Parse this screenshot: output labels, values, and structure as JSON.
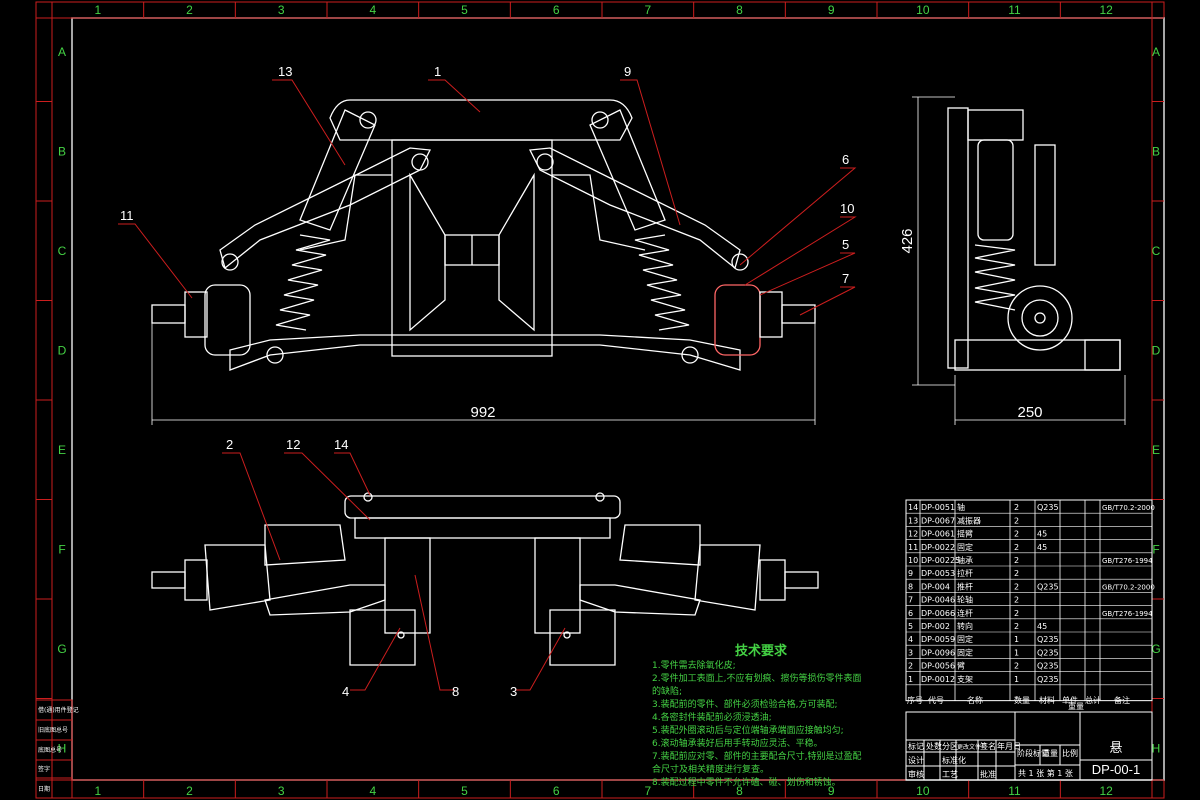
{
  "ruler": {
    "cols": [
      "1",
      "2",
      "3",
      "4",
      "5",
      "6",
      "7",
      "8",
      "9",
      "10",
      "11",
      "12"
    ],
    "rows": [
      "A",
      "B",
      "C",
      "D",
      "E",
      "F",
      "G",
      "H"
    ]
  },
  "callouts": {
    "c1": "1",
    "c2": "2",
    "c3": "3",
    "c4": "4",
    "c5": "5",
    "c6": "6",
    "c7": "7",
    "c8": "8",
    "c9": "9",
    "c10": "10",
    "c11": "11",
    "c12": "12",
    "c13": "13",
    "c14": "14"
  },
  "dimensions": {
    "overall_width": "992",
    "side_height": "426",
    "side_width": "250"
  },
  "parts_table": {
    "rows": [
      {
        "no": "14",
        "code": "DP-0051",
        "name": "轴",
        "qty": "2",
        "mat": "Q235",
        "std": "GB/T70.2-2000"
      },
      {
        "no": "13",
        "code": "DP-0067",
        "name": "减振器",
        "qty": "2",
        "mat": "",
        "std": ""
      },
      {
        "no": "12",
        "code": "DP-0061",
        "name": "摇臂",
        "qty": "2",
        "mat": "45",
        "std": ""
      },
      {
        "no": "11",
        "code": "DP-0022",
        "name": "固定",
        "qty": "2",
        "mat": "45",
        "std": ""
      },
      {
        "no": "10",
        "code": "DP-00225",
        "name": "轴承",
        "qty": "2",
        "mat": "",
        "std": "GB/T276-1994"
      },
      {
        "no": "9",
        "code": "DP-0053",
        "name": "拉杆",
        "qty": "2",
        "mat": "",
        "std": ""
      },
      {
        "no": "8",
        "code": "DP-004",
        "name": "推杆",
        "qty": "2",
        "mat": "Q235",
        "std": "GB/T70.2-2000"
      },
      {
        "no": "7",
        "code": "DP-0046",
        "name": "轮轴",
        "qty": "2",
        "mat": "",
        "std": ""
      },
      {
        "no": "6",
        "code": "DP-0066",
        "name": "连杆",
        "qty": "2",
        "mat": "",
        "std": "GB/T276-1994"
      },
      {
        "no": "5",
        "code": "DP-002",
        "name": "转向",
        "qty": "2",
        "mat": "45",
        "std": ""
      },
      {
        "no": "4",
        "code": "DP-0059",
        "name": "固定",
        "qty": "1",
        "mat": "Q235",
        "std": ""
      },
      {
        "no": "3",
        "code": "DP-0096",
        "name": "固定",
        "qty": "1",
        "mat": "Q235",
        "std": ""
      },
      {
        "no": "2",
        "code": "DP-0056",
        "name": "臂",
        "qty": "2",
        "mat": "Q235",
        "std": ""
      },
      {
        "no": "1",
        "code": "DP-0012",
        "name": "支架",
        "qty": "1",
        "mat": "Q235",
        "std": ""
      }
    ],
    "header": {
      "no": "序号",
      "code": "代号",
      "name": "名称",
      "qty": "数量",
      "mat": "材料",
      "unit": "单件",
      "total": "总计",
      "weight": "重量",
      "note": "备注"
    }
  },
  "notes": {
    "title": "技术要求",
    "lines": [
      "1.零件需去除氧化皮;",
      "2.零件加工表面上,不应有划痕、擦伤等损伤零件表面",
      "的缺陷;",
      "3.装配前的零件、部件必须检验合格,方可装配;",
      "4.各密封件装配前必须浸透油;",
      "5.装配外圈滚动后与定位端轴承端面应接触均匀;",
      "6.滚动轴承装好后用手转动应灵活、平稳。",
      "7.装配前应对零、部件的主要配合尺寸,特别是过盈配",
      "合尺寸及相关精度进行复查。",
      "8.装配过程中零件不允许磕、碰、划伤和锈蚀。"
    ]
  },
  "title_block": {
    "drawing_name": "悬",
    "drawing_no": "DP-00-1",
    "sheet_text": "共 1 张 第 1 张",
    "small_labels": [
      "标记",
      "处数",
      "分区",
      "更改文件号",
      "签名",
      "年月日",
      "设计",
      "标准化",
      "审核",
      "工艺",
      "批准",
      "阶段标记",
      "重量",
      "比例"
    ]
  },
  "left_stamp": [
    "借(通)用件登记",
    "旧底图总号",
    "底图总号",
    "签字",
    "日期"
  ]
}
